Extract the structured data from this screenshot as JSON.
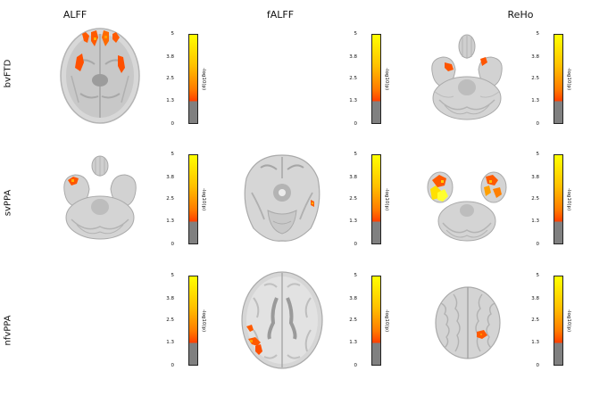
{
  "columns": [
    "ALFF",
    "fALFF",
    "ReHo"
  ],
  "rows": [
    "bvFTD",
    "svPPA",
    "nfvPPA"
  ],
  "colorbar": {
    "label": "-log10(p)",
    "ticks": [
      "5",
      "3.8",
      "2.5",
      "1.3",
      "0"
    ],
    "tick_values": [
      5,
      3.8,
      2.5,
      1.3,
      0
    ],
    "threshold": 1.3,
    "colors": {
      "low": "#808080",
      "mid": "#ff4000",
      "high": "#ffff00"
    }
  },
  "panels": [
    {
      "row": "bvFTD",
      "col": "ALFF",
      "view": "axial-orbital",
      "has_brain": true
    },
    {
      "row": "bvFTD",
      "col": "fALFF",
      "view": "none",
      "has_brain": false
    },
    {
      "row": "bvFTD",
      "col": "ReHo",
      "view": "axial-temporal-cerebellum",
      "has_brain": true
    },
    {
      "row": "svPPA",
      "col": "ALFF",
      "view": "axial-temporal-cerebellum",
      "has_brain": true
    },
    {
      "row": "svPPA",
      "col": "fALFF",
      "view": "axial-midbrain",
      "has_brain": true
    },
    {
      "row": "svPPA",
      "col": "ReHo",
      "view": "axial-inferior-temporal",
      "has_brain": true
    },
    {
      "row": "nfvPPA",
      "col": "ALFF",
      "view": "none",
      "has_brain": false
    },
    {
      "row": "nfvPPA",
      "col": "fALFF",
      "view": "axial-ventricles",
      "has_brain": true
    },
    {
      "row": "nfvPPA",
      "col": "ReHo",
      "view": "axial-superior",
      "has_brain": true
    }
  ]
}
